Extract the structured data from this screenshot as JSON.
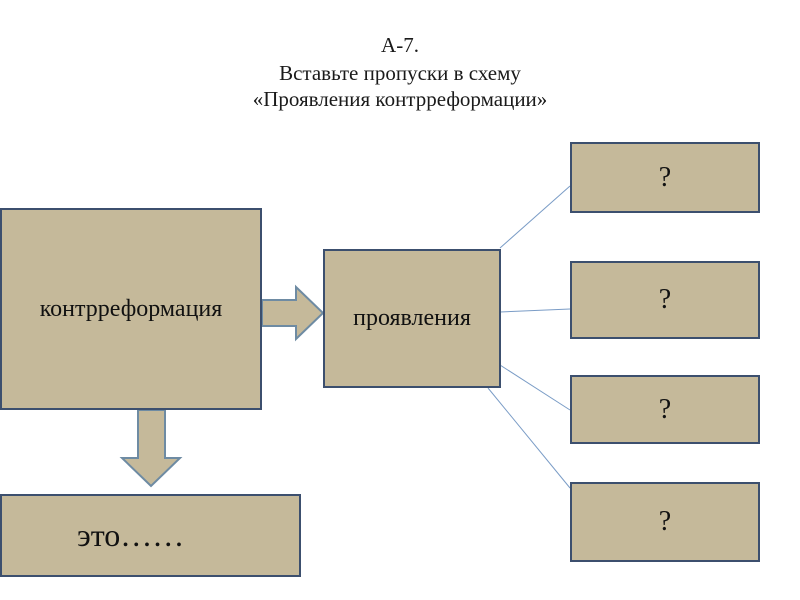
{
  "title": {
    "line1": "А-7.",
    "line2": "Вставьте пропуски в схему",
    "line3": "«Проявления контрреформации»"
  },
  "diagram": {
    "main_box": "контрреформация",
    "center_box": "проявления",
    "bottom_box": "это……",
    "right_boxes": [
      "?",
      "?",
      "?",
      "?"
    ]
  },
  "colors": {
    "box_fill": "#c5b99a",
    "box_border": "#3c4f6e",
    "arrow_fill": "#c5b99a",
    "arrow_stroke": "#6e8ba3",
    "connector": "#7a9cc6"
  }
}
